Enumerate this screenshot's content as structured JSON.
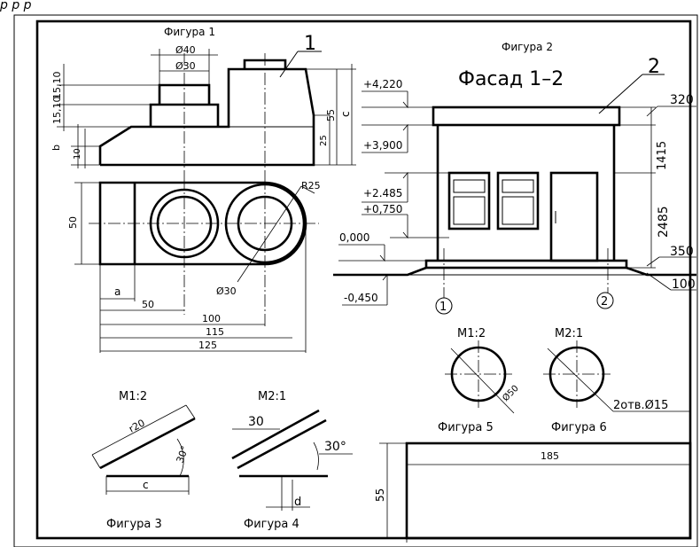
{
  "header_text": "р р р",
  "figures": {
    "fig1": {
      "title": "Фигура 1",
      "leader": "1",
      "dims": {
        "d40": "Ø40",
        "d30": "Ø30",
        "d55": "55",
        "dc": "c",
        "d25": "25",
        "d15_10": "15,10",
        "d15_10b": "15,10",
        "db": "b",
        "d10": "10",
        "d50v": "50",
        "r25": "R25",
        "d30b": "Ø30",
        "da": "a",
        "h50": "50",
        "h100": "100",
        "h115": "115",
        "h125": "125"
      }
    },
    "fig2": {
      "title": "Фигура 2",
      "heading": "Фасад 1–2",
      "leader": "2",
      "levels": {
        "l4220": "+4,220",
        "l3900": "+3,900",
        "l2485": "+2.485",
        "l0750": "+0,750",
        "l0000": "0,000",
        "lm0450": "-0,450"
      },
      "dims": {
        "d320": "320",
        "d1415": "1415",
        "d2485": "2485",
        "d350": "350",
        "d100": "100"
      },
      "axes": {
        "a1": "1",
        "a2": "2"
      }
    },
    "fig3": {
      "title": "Фигура 3",
      "scale": "M1:2",
      "dims": {
        "r20": "r20",
        "a30": "30°",
        "c": "c"
      }
    },
    "fig4": {
      "title": "Фигура 4",
      "scale": "M2:1",
      "dims": {
        "l30": "30",
        "a30": "30°",
        "d": "d"
      }
    },
    "fig5": {
      "title": "Фигура 5",
      "scale": "M1:2",
      "dims": {
        "d50": "Ø50"
      }
    },
    "fig6": {
      "title": "Фигура 6",
      "scale": "M2:1",
      "dims": {
        "holes": "2отв.Ø15"
      }
    },
    "title_block": {
      "d185": "185",
      "d55": "55"
    }
  }
}
